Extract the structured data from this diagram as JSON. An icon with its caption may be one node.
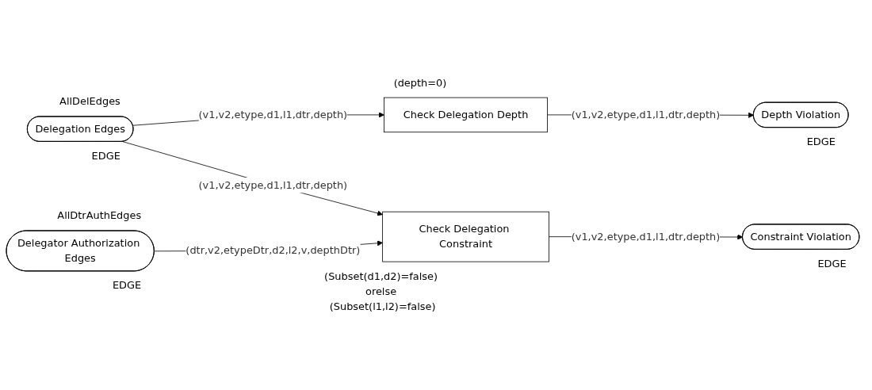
{
  "diagram": {
    "nodes": [
      {
        "text": [
          "Check Delegation Depth"
        ],
        "beside": [
          "(depth=0)"
        ]
      },
      {
        "text": [
          "Depth Violation"
        ],
        "beside": [
          "EDGE"
        ]
      },
      {
        "text": [
          "Delegation Edges"
        ],
        "beside": [
          "AllDelEdges",
          "EDGE"
        ]
      },
      {
        "text": [
          "Check Delegation Constraint"
        ],
        "beside": [
          "(Subset(d1,d2)=false) orelse (Subset(l1,l2)=false)"
        ]
      },
      {
        "text": [
          "Constraint Violation"
        ],
        "beside": [
          "EDGE"
        ]
      },
      {
        "text": [
          "Delegator Authorization Edges"
        ],
        "beside": [
          "AllDtrAuthEdges",
          "EDGE"
        ]
      }
    ],
    "edges": [
      {
        "from": 2,
        "to": 0,
        "arrow": "to",
        "label": "(v1,v2,etype,d1,l1,dtr,depth)"
      },
      {
        "from": 0,
        "to": 1,
        "arrow": "to",
        "label": "(v1,v2,etype,d1,l1,dtr,depth)"
      },
      {
        "from": 2,
        "to": 3,
        "arrow": "to",
        "label": "(v1,v2,etype,d1,l1,dtr,depth)"
      },
      {
        "from": 5,
        "to": 3,
        "arrow": "to",
        "label": "(dtr,v2,etypeDtr,d2,l2,v,depthDtr)"
      },
      {
        "from": 3,
        "to": 4,
        "arrow": "to",
        "label": "(v1,v2,etype,d1,l1,dtr,depth)"
      }
    ]
  }
}
